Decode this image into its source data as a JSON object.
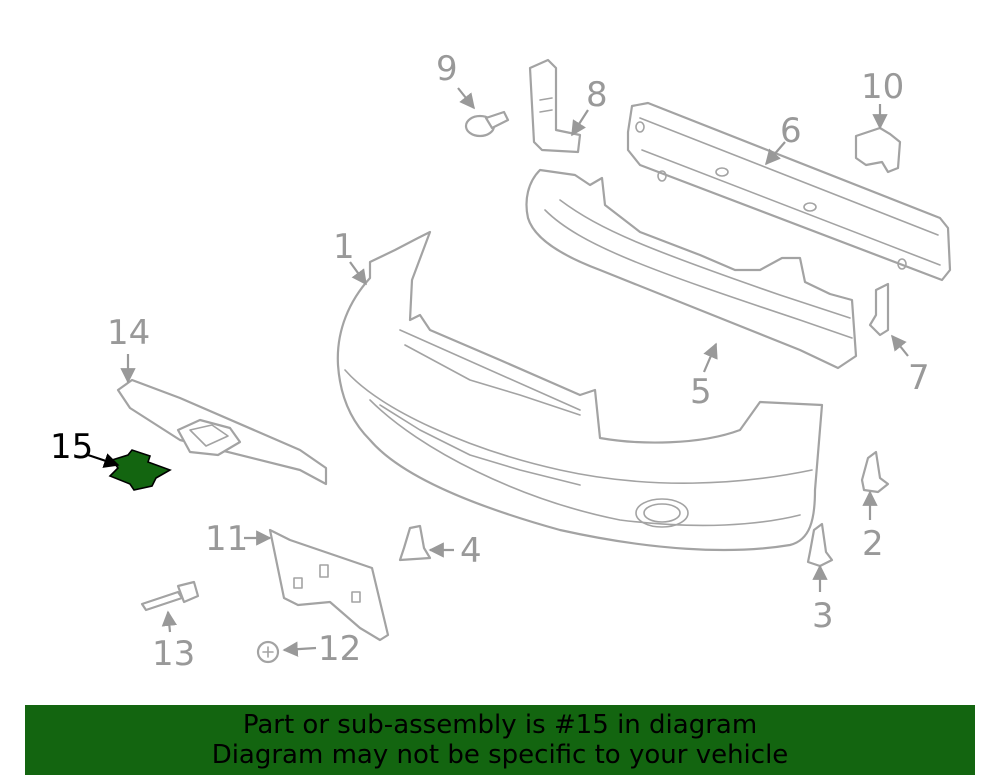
{
  "colors": {
    "highlight": "#136510",
    "part_stroke": "#a3a3a3",
    "callout_text": "#999999",
    "callout_text_highlight": "#000000"
  },
  "callouts": [
    {
      "number": "1",
      "highlighted": false
    },
    {
      "number": "2",
      "highlighted": false
    },
    {
      "number": "3",
      "highlighted": false
    },
    {
      "number": "4",
      "highlighted": false
    },
    {
      "number": "5",
      "highlighted": false
    },
    {
      "number": "6",
      "highlighted": false
    },
    {
      "number": "7",
      "highlighted": false
    },
    {
      "number": "8",
      "highlighted": false
    },
    {
      "number": "9",
      "highlighted": false
    },
    {
      "number": "10",
      "highlighted": false
    },
    {
      "number": "11",
      "highlighted": false
    },
    {
      "number": "12",
      "highlighted": false
    },
    {
      "number": "13",
      "highlighted": false
    },
    {
      "number": "14",
      "highlighted": false
    },
    {
      "number": "15",
      "highlighted": true
    }
  ],
  "banner": {
    "line1": "Part or sub-assembly is #15 in diagram",
    "line2": "Diagram may not be specific to your vehicle"
  }
}
